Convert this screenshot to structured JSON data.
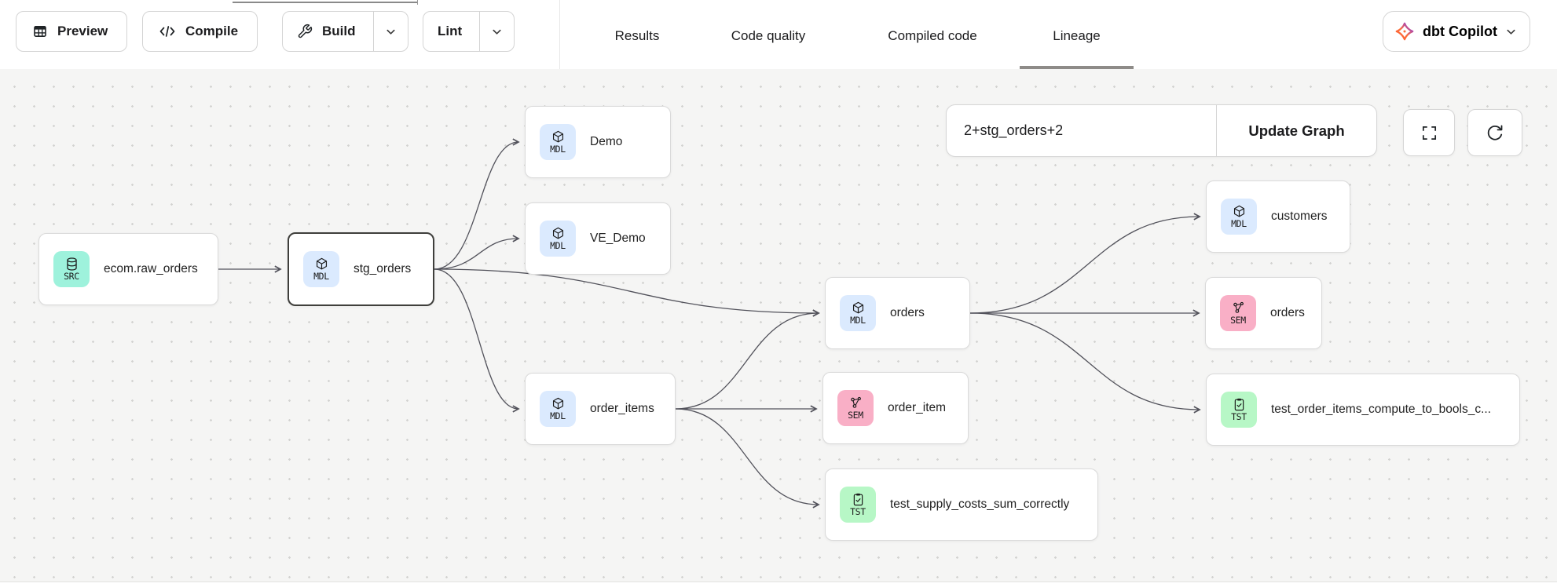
{
  "header": {
    "toolbar": {
      "preview_label": "Preview",
      "compile_label": "Compile",
      "build_label": "Build",
      "lint_label": "Lint"
    },
    "tabs": [
      {
        "label": "Results",
        "active": false
      },
      {
        "label": "Code quality",
        "active": false
      },
      {
        "label": "Compiled code",
        "active": false
      },
      {
        "label": "Lineage",
        "active": true
      }
    ],
    "copilot_label": "dbt Copilot"
  },
  "lineage": {
    "selector": {
      "value": "2+stg_orders+2",
      "update_label": "Update Graph"
    },
    "node_types": {
      "SRC": {
        "name": "source",
        "color": "#9ef2dc"
      },
      "MDL": {
        "name": "model",
        "color": "#dbeafe"
      },
      "SEM": {
        "name": "semantic-model",
        "color": "#f9afc6"
      },
      "TST": {
        "name": "test",
        "color": "#b7f7c6"
      }
    },
    "nodes": [
      {
        "label": "ecom.raw_orders",
        "type": "SRC",
        "selected": false
      },
      {
        "label": "stg_orders",
        "type": "MDL",
        "selected": true
      },
      {
        "label": "Demo",
        "type": "MDL",
        "selected": false
      },
      {
        "label": "VE_Demo",
        "type": "MDL",
        "selected": false
      },
      {
        "label": "order_items",
        "type": "MDL",
        "selected": false
      },
      {
        "label": "orders",
        "type": "MDL",
        "selected": false
      },
      {
        "label": "order_item",
        "type": "SEM",
        "selected": false
      },
      {
        "label": "test_supply_costs_sum_correctly",
        "type": "TST",
        "selected": false
      },
      {
        "label": "customers",
        "type": "MDL",
        "selected": false
      },
      {
        "label": "orders",
        "type": "SEM",
        "selected": false
      },
      {
        "label": "test_order_items_compute_to_bools_c...",
        "type": "TST",
        "selected": false
      }
    ],
    "edges": [
      {
        "from": "ecom.raw_orders",
        "to": "stg_orders"
      },
      {
        "from": "stg_orders",
        "to": "Demo"
      },
      {
        "from": "stg_orders",
        "to": "VE_Demo"
      },
      {
        "from": "stg_orders",
        "to": "orders(model)"
      },
      {
        "from": "stg_orders",
        "to": "order_items"
      },
      {
        "from": "order_items",
        "to": "orders(model)"
      },
      {
        "from": "order_items",
        "to": "order_item"
      },
      {
        "from": "order_items",
        "to": "test_supply_costs_sum_correctly"
      },
      {
        "from": "orders(model)",
        "to": "customers"
      },
      {
        "from": "orders(model)",
        "to": "orders(semantic)"
      },
      {
        "from": "orders(model)",
        "to": "test_order_items_compute_to_bools_c..."
      }
    ]
  }
}
